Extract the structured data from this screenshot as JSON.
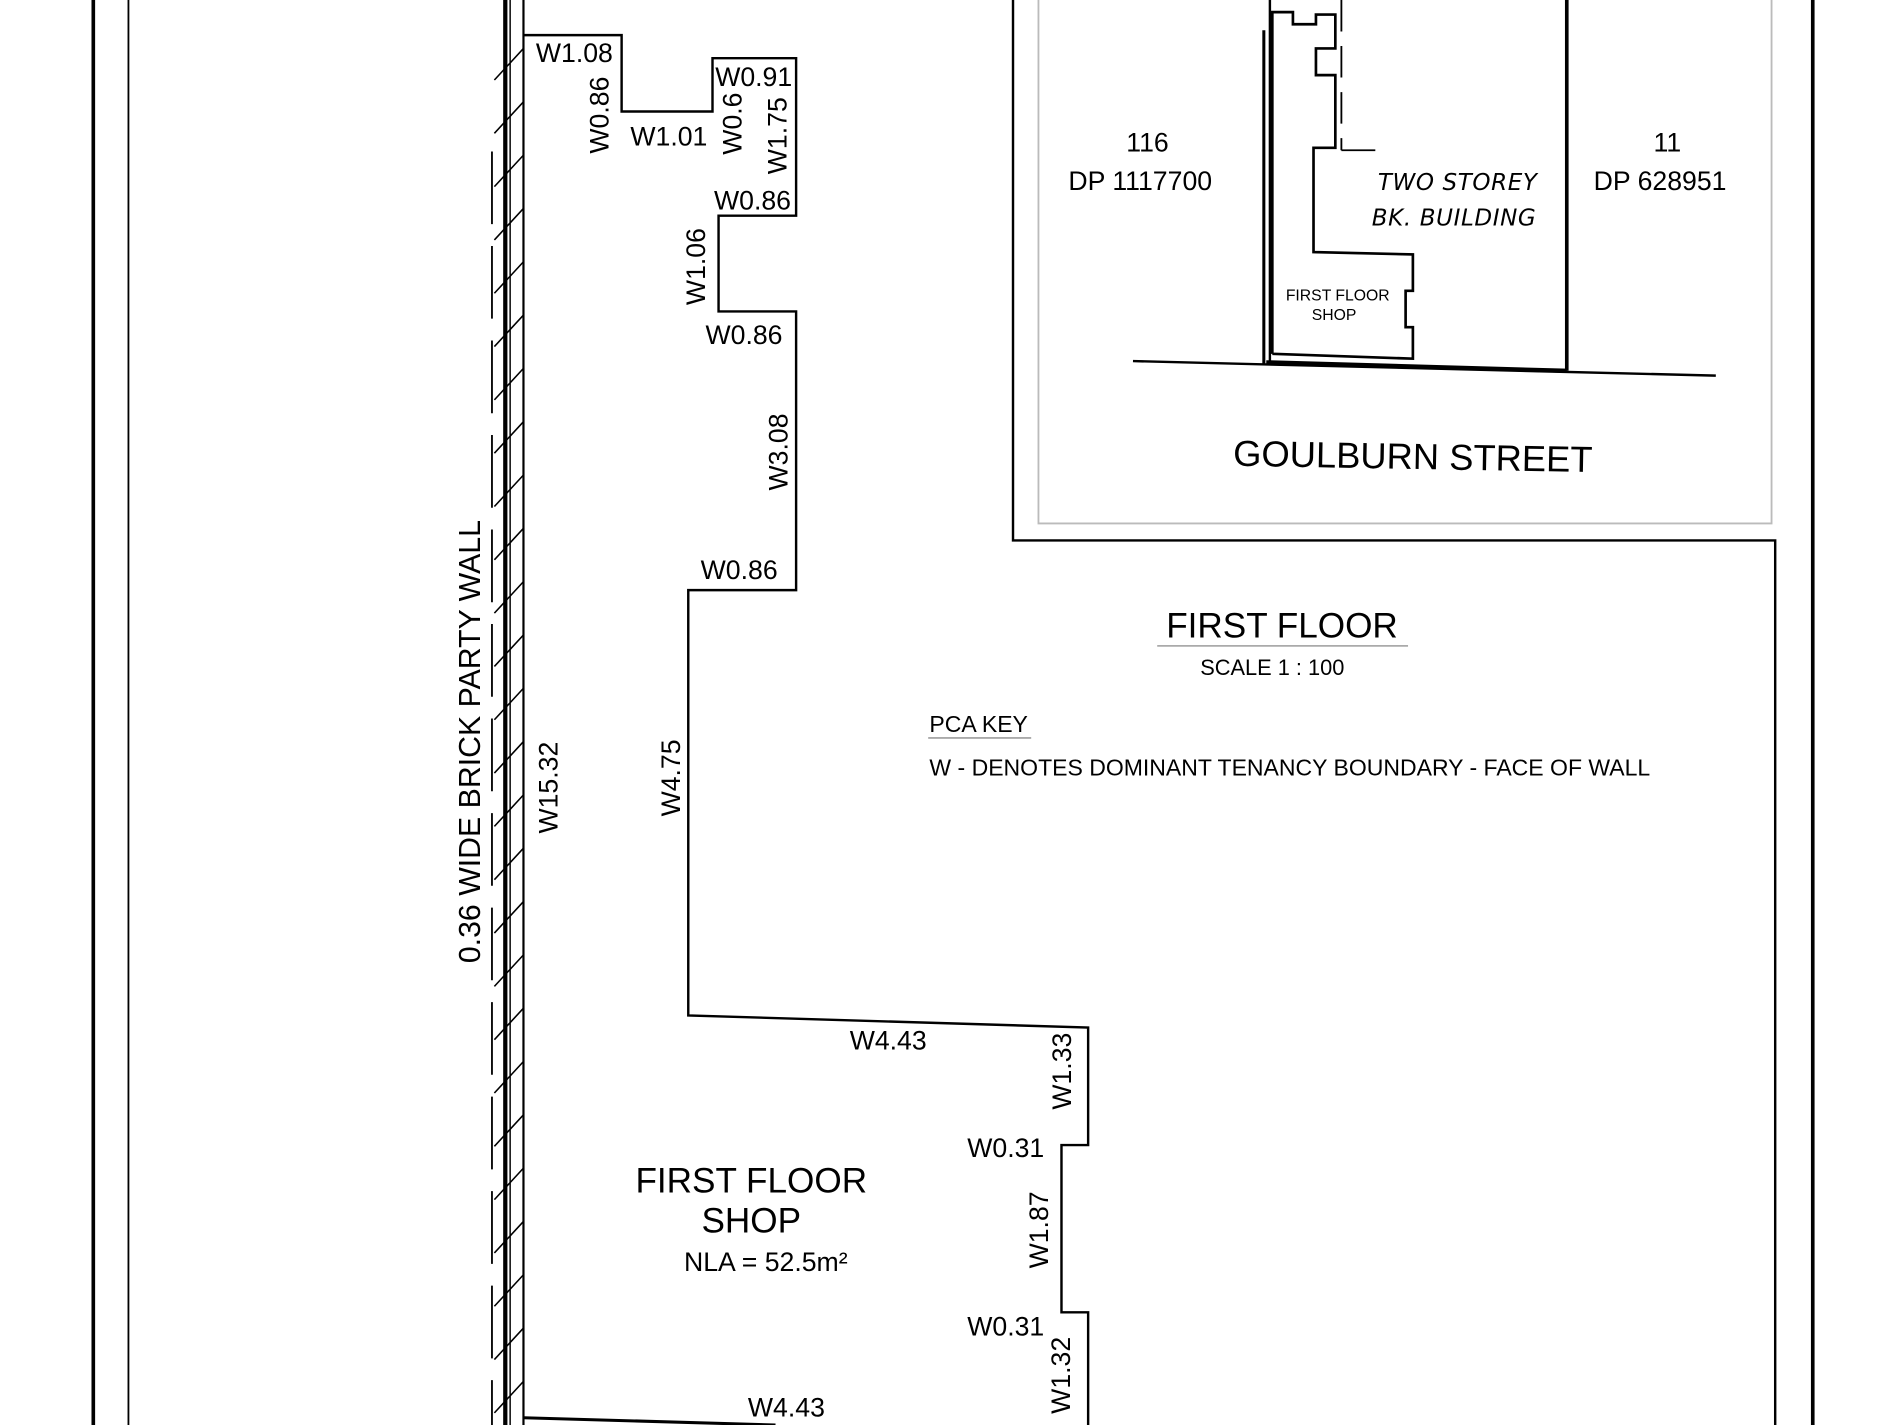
{
  "drawing": {
    "title": "FIRST FLOOR",
    "scale": "SCALE 1 : 100",
    "pca_key_heading": "PCA KEY",
    "pca_key_text": "W - DENOTES DOMINANT TENANCY BOUNDARY - FACE OF WALL",
    "party_wall_label": "0.36 WIDE BRICK PARTY WALL",
    "room_name_line1": "FIRST FLOOR",
    "room_name_line2": "SHOP",
    "room_area": "NLA = 52.5m²",
    "dimensions": [
      "W1.08",
      "W0.86",
      "W1.01",
      "W0.91",
      "W0.6",
      "W1.75",
      "W0.86",
      "W1.06",
      "W0.86",
      "W3.08",
      "W0.86",
      "W4.75",
      "W15.32",
      "W4.43",
      "W1.33",
      "W0.31",
      "W1.87",
      "W0.31",
      "W1.32",
      "W4.43"
    ]
  },
  "location_plan": {
    "left_lot_number": "116",
    "left_lot_dp": "DP 1117700",
    "right_lot_number": "11",
    "right_lot_dp": "DP 628951",
    "building_line1": "TWO STOREY",
    "building_line2": "BK. BUILDING",
    "shop_line1": "FIRST FLOOR",
    "shop_line2": "SHOP",
    "street_name": "GOULBURN STREET"
  }
}
